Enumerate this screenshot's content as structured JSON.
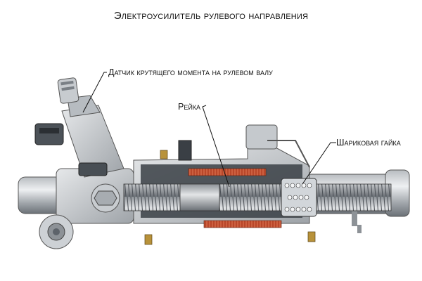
{
  "title": "Электроусилитель рулевого направления",
  "labels": {
    "torque_sensor": "Датчик крутящего момента на рулевом валу",
    "rack": "Рейка",
    "ball_nut": "Шариковая гайка"
  },
  "colors": {
    "metal_light": "#d6d9dc",
    "metal_mid": "#a9aeb3",
    "metal_dark": "#5d636a",
    "cutaway": "#3a3f45",
    "winding": "#c0502e",
    "bolt_brass": "#b8923a"
  }
}
